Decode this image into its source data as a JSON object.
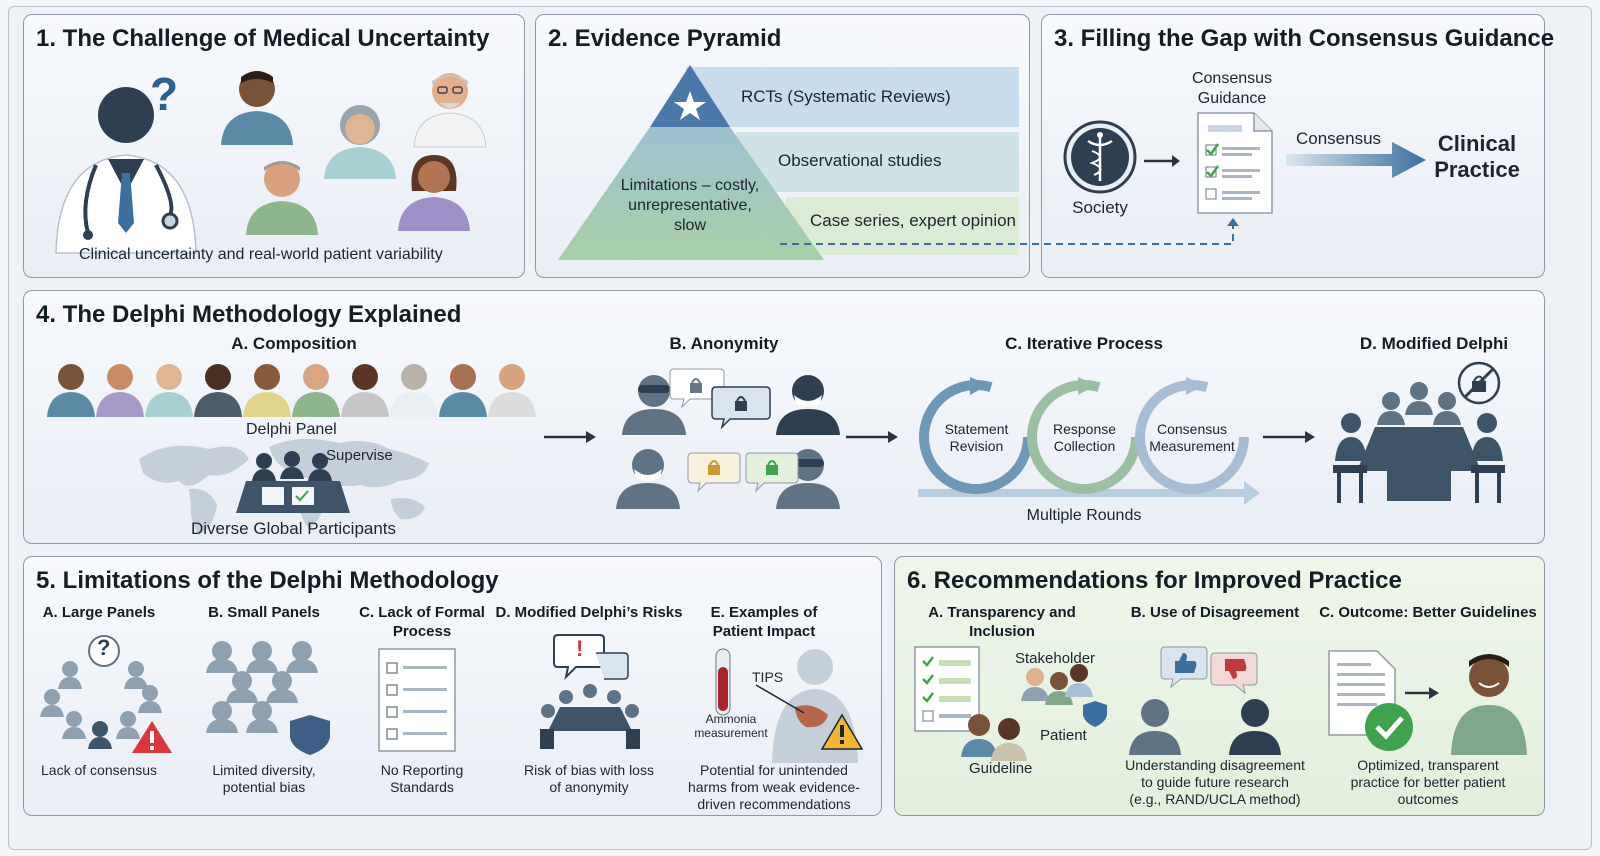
{
  "panel1": {
    "title": "1. The Challenge of Medical Uncertainty",
    "caption": "Clinical uncertainty and real-world patient variability",
    "question_mark": "?"
  },
  "panel2": {
    "title": "2. Evidence Pyramid",
    "tier_top": "RCTs (Systematic Reviews)",
    "tier_mid": "Observational studies",
    "tier_bottom": "Case series, expert opinion",
    "limitations": [
      "Limitations – costly,",
      "unrepresentative,",
      "slow"
    ]
  },
  "panel3": {
    "title": "3. Filling the Gap with Consensus Guidance",
    "society": "Society",
    "doc_label": [
      "Consensus",
      "Guidance"
    ],
    "arrow_label": "Consensus",
    "result": [
      "Clinical",
      "Practice"
    ]
  },
  "panel4": {
    "title": "4. The Delphi Methodology Explained",
    "a_title": "A. Composition",
    "panel_label": "Delphi Panel",
    "supervise": "Supervise",
    "global_label": "Diverse Global Participants",
    "b_title": "B. Anonymity",
    "c_title": "C. Iterative Process",
    "cycle": [
      [
        "Statement",
        "Revision"
      ],
      [
        "Response",
        "Collection"
      ],
      [
        "Consensus",
        "Measurement"
      ]
    ],
    "rounds": "Multiple Rounds",
    "d_title": "D. Modified Delphi"
  },
  "panel5": {
    "title": "5. Limitations of the Delphi Methodology",
    "items": [
      {
        "title": [
          "A. Large Panels"
        ],
        "caption": [
          "Lack of consensus"
        ]
      },
      {
        "title": [
          "B. Small Panels"
        ],
        "caption": [
          "Limited diversity,",
          "potential bias"
        ]
      },
      {
        "title": [
          "C. Lack of Formal",
          "Process"
        ],
        "caption": [
          "No Reporting",
          "Standards"
        ]
      },
      {
        "title": [
          "D. Modified Delphi’s Risks"
        ],
        "caption": [
          "Risk of bias with loss",
          "of anonymity"
        ]
      },
      {
        "title": [
          "E. Examples of",
          "Patient Impact"
        ],
        "caption": [
          "Potential for unintended",
          "harms from weak evidence-",
          "driven recommendations"
        ]
      }
    ],
    "tips": "TIPS",
    "ammonia": [
      "Ammonia",
      "measurement"
    ],
    "question_mark": "?",
    "exclaim": "!"
  },
  "panel6": {
    "title": "6. Recommendations for Improved Practice",
    "a_title": [
      "A. Transparency and",
      "Inclusion"
    ],
    "stakeholder": "Stakeholder",
    "patient": "Patient",
    "guideline": "Guideline",
    "b_title": "B. Use of Disagreement",
    "b_caption": [
      "Understanding disagreement",
      "to guide future research",
      "(e.g., RAND/UCLA method)"
    ],
    "c_title": "C. Outcome: Better Guidelines",
    "c_caption": [
      "Optimized, transparent",
      "practice for better patient",
      "outcomes"
    ]
  },
  "colors": {
    "doctor": "#2f3f52",
    "pyramid_top": "#4a78a8",
    "pyramid_mid": "#8fb7c7",
    "pyramid_base": "#a9cfa6",
    "warning": "#d9363e",
    "check": "#3fa34d",
    "arrow": "#3a6f9e"
  }
}
